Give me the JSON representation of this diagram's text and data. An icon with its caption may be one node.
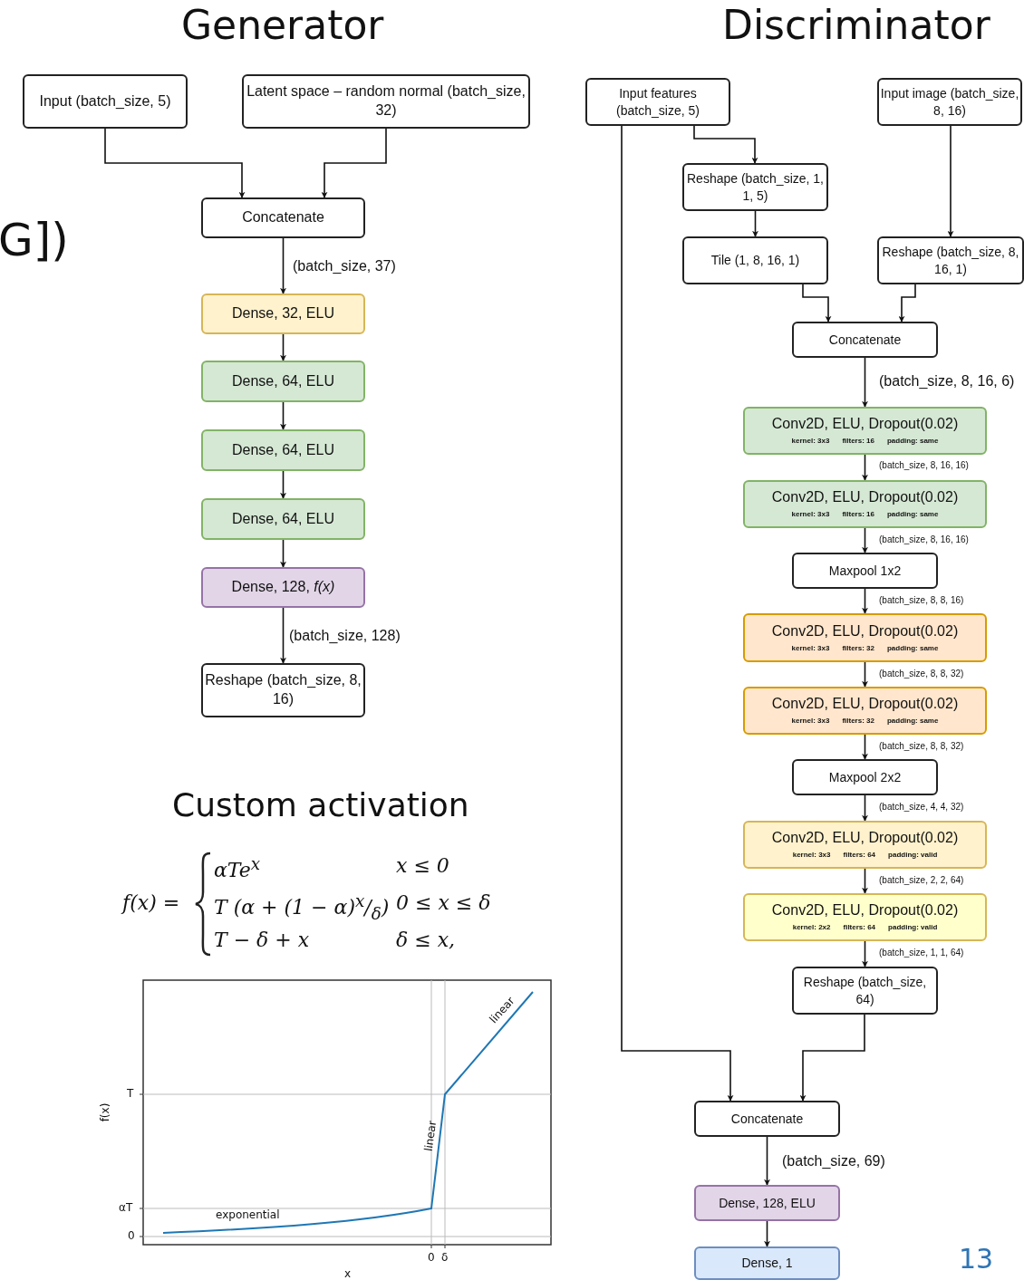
{
  "diagram": {
    "nodes": [
      {
        "text": [
          "Input (batch_size, 5)"
        ]
      },
      {
        "text": [
          "Latent space – random normal (batch_size, 32)"
        ]
      },
      {
        "text": [
          "Concatenate"
        ]
      },
      {
        "text": [
          "Dense, 32, ELU"
        ]
      },
      {
        "text": [
          "Dense, 64, ELU"
        ]
      },
      {
        "text": [
          "Dense, 64, ELU"
        ]
      },
      {
        "text": [
          "Dense, 64, ELU"
        ]
      },
      {
        "text": [
          "Dense, 128, *f(x)*"
        ]
      },
      {
        "text": [
          "Reshape (batch_size, 8, 16)"
        ]
      },
      {
        "text": [
          "Input features (batch_size, 5)"
        ]
      },
      {
        "text": [
          "Input image (batch_size, 8, 16)"
        ]
      },
      {
        "text": [
          "Reshape (batch_size, 1, 1, 5)"
        ]
      },
      {
        "text": [
          "Tile (1, 8, 16, 1)"
        ]
      },
      {
        "text": [
          "Reshape (batch_size, 8, 16, 1)"
        ]
      },
      {
        "text": [
          "Concatenate"
        ]
      },
      {
        "text": [
          "Conv2D, ELU, Dropout(0.02)",
          "kernel: 3x3",
          "filters: 16",
          "padding: same"
        ]
      },
      {
        "text": [
          "Conv2D, ELU, Dropout(0.02)",
          "kernel: 3x3",
          "filters: 16",
          "padding: same"
        ]
      },
      {
        "text": [
          "Maxpool 1x2"
        ]
      },
      {
        "text": [
          "Conv2D, ELU, Dropout(0.02)",
          "kernel: 3x3",
          "filters: 32",
          "padding: same"
        ]
      },
      {
        "text": [
          "Conv2D, ELU, Dropout(0.02)",
          "kernel: 3x3",
          "filters: 32",
          "padding: same"
        ]
      },
      {
        "text": [
          "Maxpool 2x2"
        ]
      },
      {
        "text": [
          "Conv2D, ELU, Dropout(0.02)",
          "kernel: 3x3",
          "filters: 64",
          "padding: valid"
        ]
      },
      {
        "text": [
          "Conv2D, ELU, Dropout(0.02)",
          "kernel: 2x2",
          "filters: 64",
          "padding: valid"
        ]
      },
      {
        "text": [
          "Reshape (batch_size, 64)"
        ]
      },
      {
        "text": [
          "Concatenate"
        ]
      },
      {
        "text": [
          "Dense, 128, ELU"
        ]
      },
      {
        "text": [
          "Dense, 1"
        ]
      }
    ],
    "edges": [
      {
        "from": 0,
        "to": 2,
        "arrow": "to"
      },
      {
        "from": 1,
        "to": 2,
        "arrow": "to"
      },
      {
        "from": 2,
        "to": 3,
        "arrow": "to",
        "label": "(batch_size, 37)"
      },
      {
        "from": 3,
        "to": 4,
        "arrow": "to"
      },
      {
        "from": 4,
        "to": 5,
        "arrow": "to"
      },
      {
        "from": 5,
        "to": 6,
        "arrow": "to"
      },
      {
        "from": 6,
        "to": 7,
        "arrow": "to"
      },
      {
        "from": 7,
        "to": 8,
        "arrow": "to",
        "label": "(batch_size, 128)"
      },
      {
        "from": 9,
        "to": 11,
        "arrow": "to"
      },
      {
        "from": 11,
        "to": 12,
        "arrow": "to"
      },
      {
        "from": 10,
        "to": 13,
        "arrow": "to"
      },
      {
        "from": 12,
        "to": 14,
        "arrow": "to"
      },
      {
        "from": 13,
        "to": 14,
        "arrow": "to"
      },
      {
        "from": 14,
        "to": 15,
        "arrow": "to",
        "label": "(batch_size, 8, 16, 6)"
      },
      {
        "from": 15,
        "to": 16,
        "arrow": "to",
        "label": "(batch_size, 8, 16, 16)"
      },
      {
        "from": 16,
        "to": 17,
        "arrow": "to",
        "label": "(batch_size, 8, 16, 16)"
      },
      {
        "from": 17,
        "to": 18,
        "arrow": "to",
        "label": "(batch_size, 8, 8, 16)"
      },
      {
        "from": 18,
        "to": 19,
        "arrow": "to",
        "label": "(batch_size, 8, 8, 32)"
      },
      {
        "from": 19,
        "to": 20,
        "arrow": "to",
        "label": "(batch_size, 8, 8, 32)"
      },
      {
        "from": 20,
        "to": 21,
        "arrow": "to",
        "label": "(batch_size, 4, 4, 32)"
      },
      {
        "from": 21,
        "to": 22,
        "arrow": "to",
        "label": "(batch_size, 2, 2, 64)"
      },
      {
        "from": 22,
        "to": 23,
        "arrow": "to",
        "label": "(batch_size, 1, 1, 64)"
      },
      {
        "from": 9,
        "to": 24,
        "arrow": "to"
      },
      {
        "from": 23,
        "to": 24,
        "arrow": "to"
      },
      {
        "from": 24,
        "to": 25,
        "arrow": "to",
        "label": "(batch_size, 69)"
      },
      {
        "from": 25,
        "to": 26,
        "arrow": "to"
      }
    ],
    "labels": [
      "Generator",
      "Discriminator",
      "G])",
      "Custom activation",
      "f(x) =",
      "αTe$^{x}$",
      "x ≤ 0",
      "T (α + (1 − α)$^{x}$/$_{δ}$)",
      "0 ≤ x ≤ δ",
      "T − δ + x",
      "δ ≤ x,",
      "T",
      "αT",
      "0",
      "0",
      "δ",
      "f(x)",
      "x",
      "exponential",
      "linear",
      "linear",
      "13"
    ]
  }
}
